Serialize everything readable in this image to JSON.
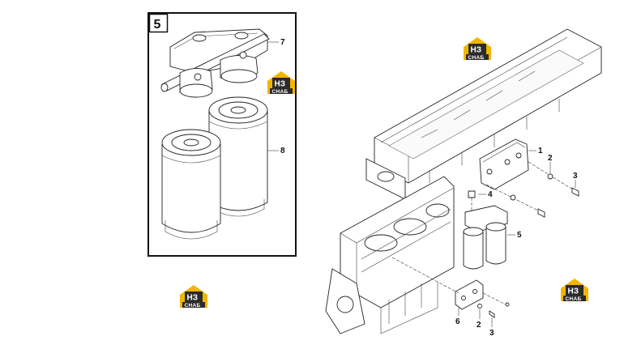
{
  "inset": {
    "number": "5"
  },
  "callouts": {
    "c1": "1",
    "c2a": "2",
    "c3a": "3",
    "c4": "4",
    "c5": "5",
    "c6": "6",
    "c2b": "2",
    "c3b": "3",
    "c7": "7",
    "c8": "8"
  },
  "watermark": {
    "top": "НЗ",
    "bottom": "СНАБ",
    "colors": {
      "yellow": "#f2b600",
      "dark": "#2b2b2b",
      "text": "#ffffff"
    }
  },
  "colors": {
    "line": "#222222",
    "background": "#ffffff"
  }
}
